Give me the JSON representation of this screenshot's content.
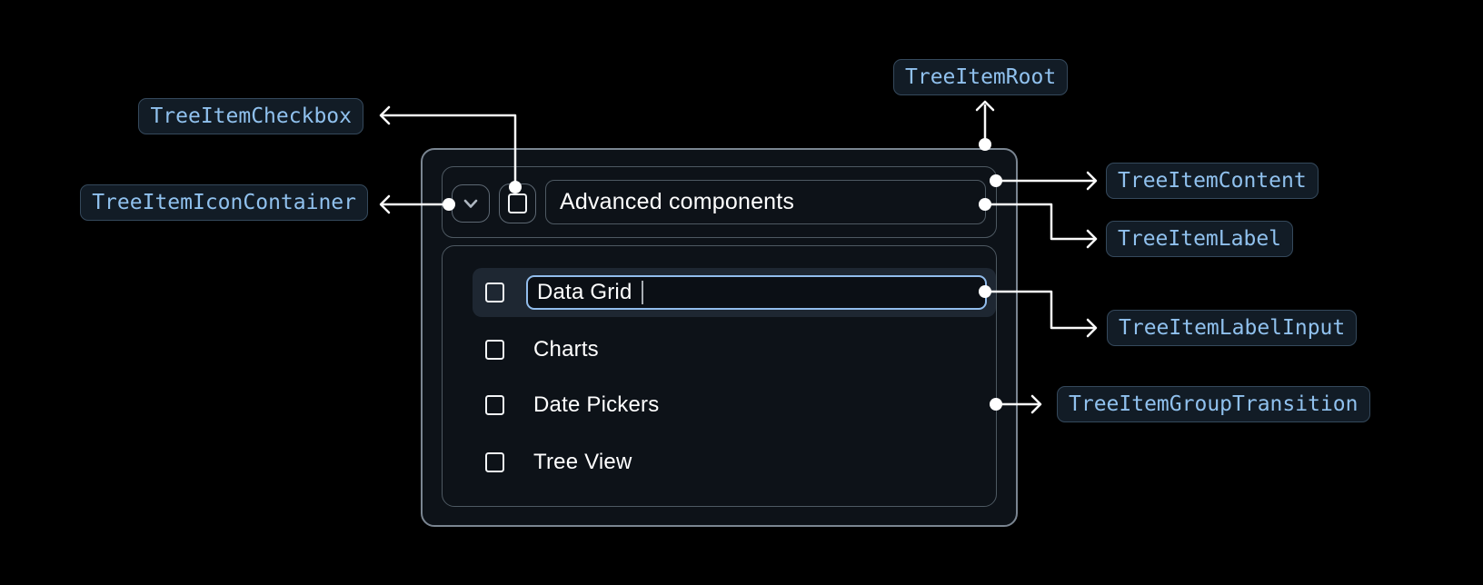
{
  "component": {
    "parent_item": {
      "label": "Advanced components",
      "state": "expanded",
      "checked": false
    },
    "items": [
      {
        "label": "Data Grid",
        "editing": true,
        "checked": false
      },
      {
        "label": "Charts",
        "checked": false
      },
      {
        "label": "Date Pickers",
        "checked": false
      },
      {
        "label": "Tree View",
        "checked": false
      }
    ]
  },
  "annotations": {
    "root": "TreeItemRoot",
    "checkbox": "TreeItemCheckbox",
    "icon_container": "TreeItemIconContainer",
    "content": "TreeItemContent",
    "label": "TreeItemLabel",
    "label_input": "TreeItemLabelInput",
    "group_transition": "TreeItemGroupTransition"
  },
  "icons": {
    "expand": "chevron-down-icon",
    "item_checkbox": "checkbox-unchecked-icon"
  },
  "colors": {
    "page_background": "#000000",
    "component_background": "#0D1218",
    "root_border": "#7A8591",
    "inner_border": "#4E5962",
    "annotation_text": "#90C1EE",
    "annotation_border": "#35495C",
    "annotation_background": "#121C26",
    "arrow": "#FAFAFA",
    "input_border": "#92BDEC",
    "row_highlight": "#1E2732",
    "text": "#FFFFFF"
  }
}
